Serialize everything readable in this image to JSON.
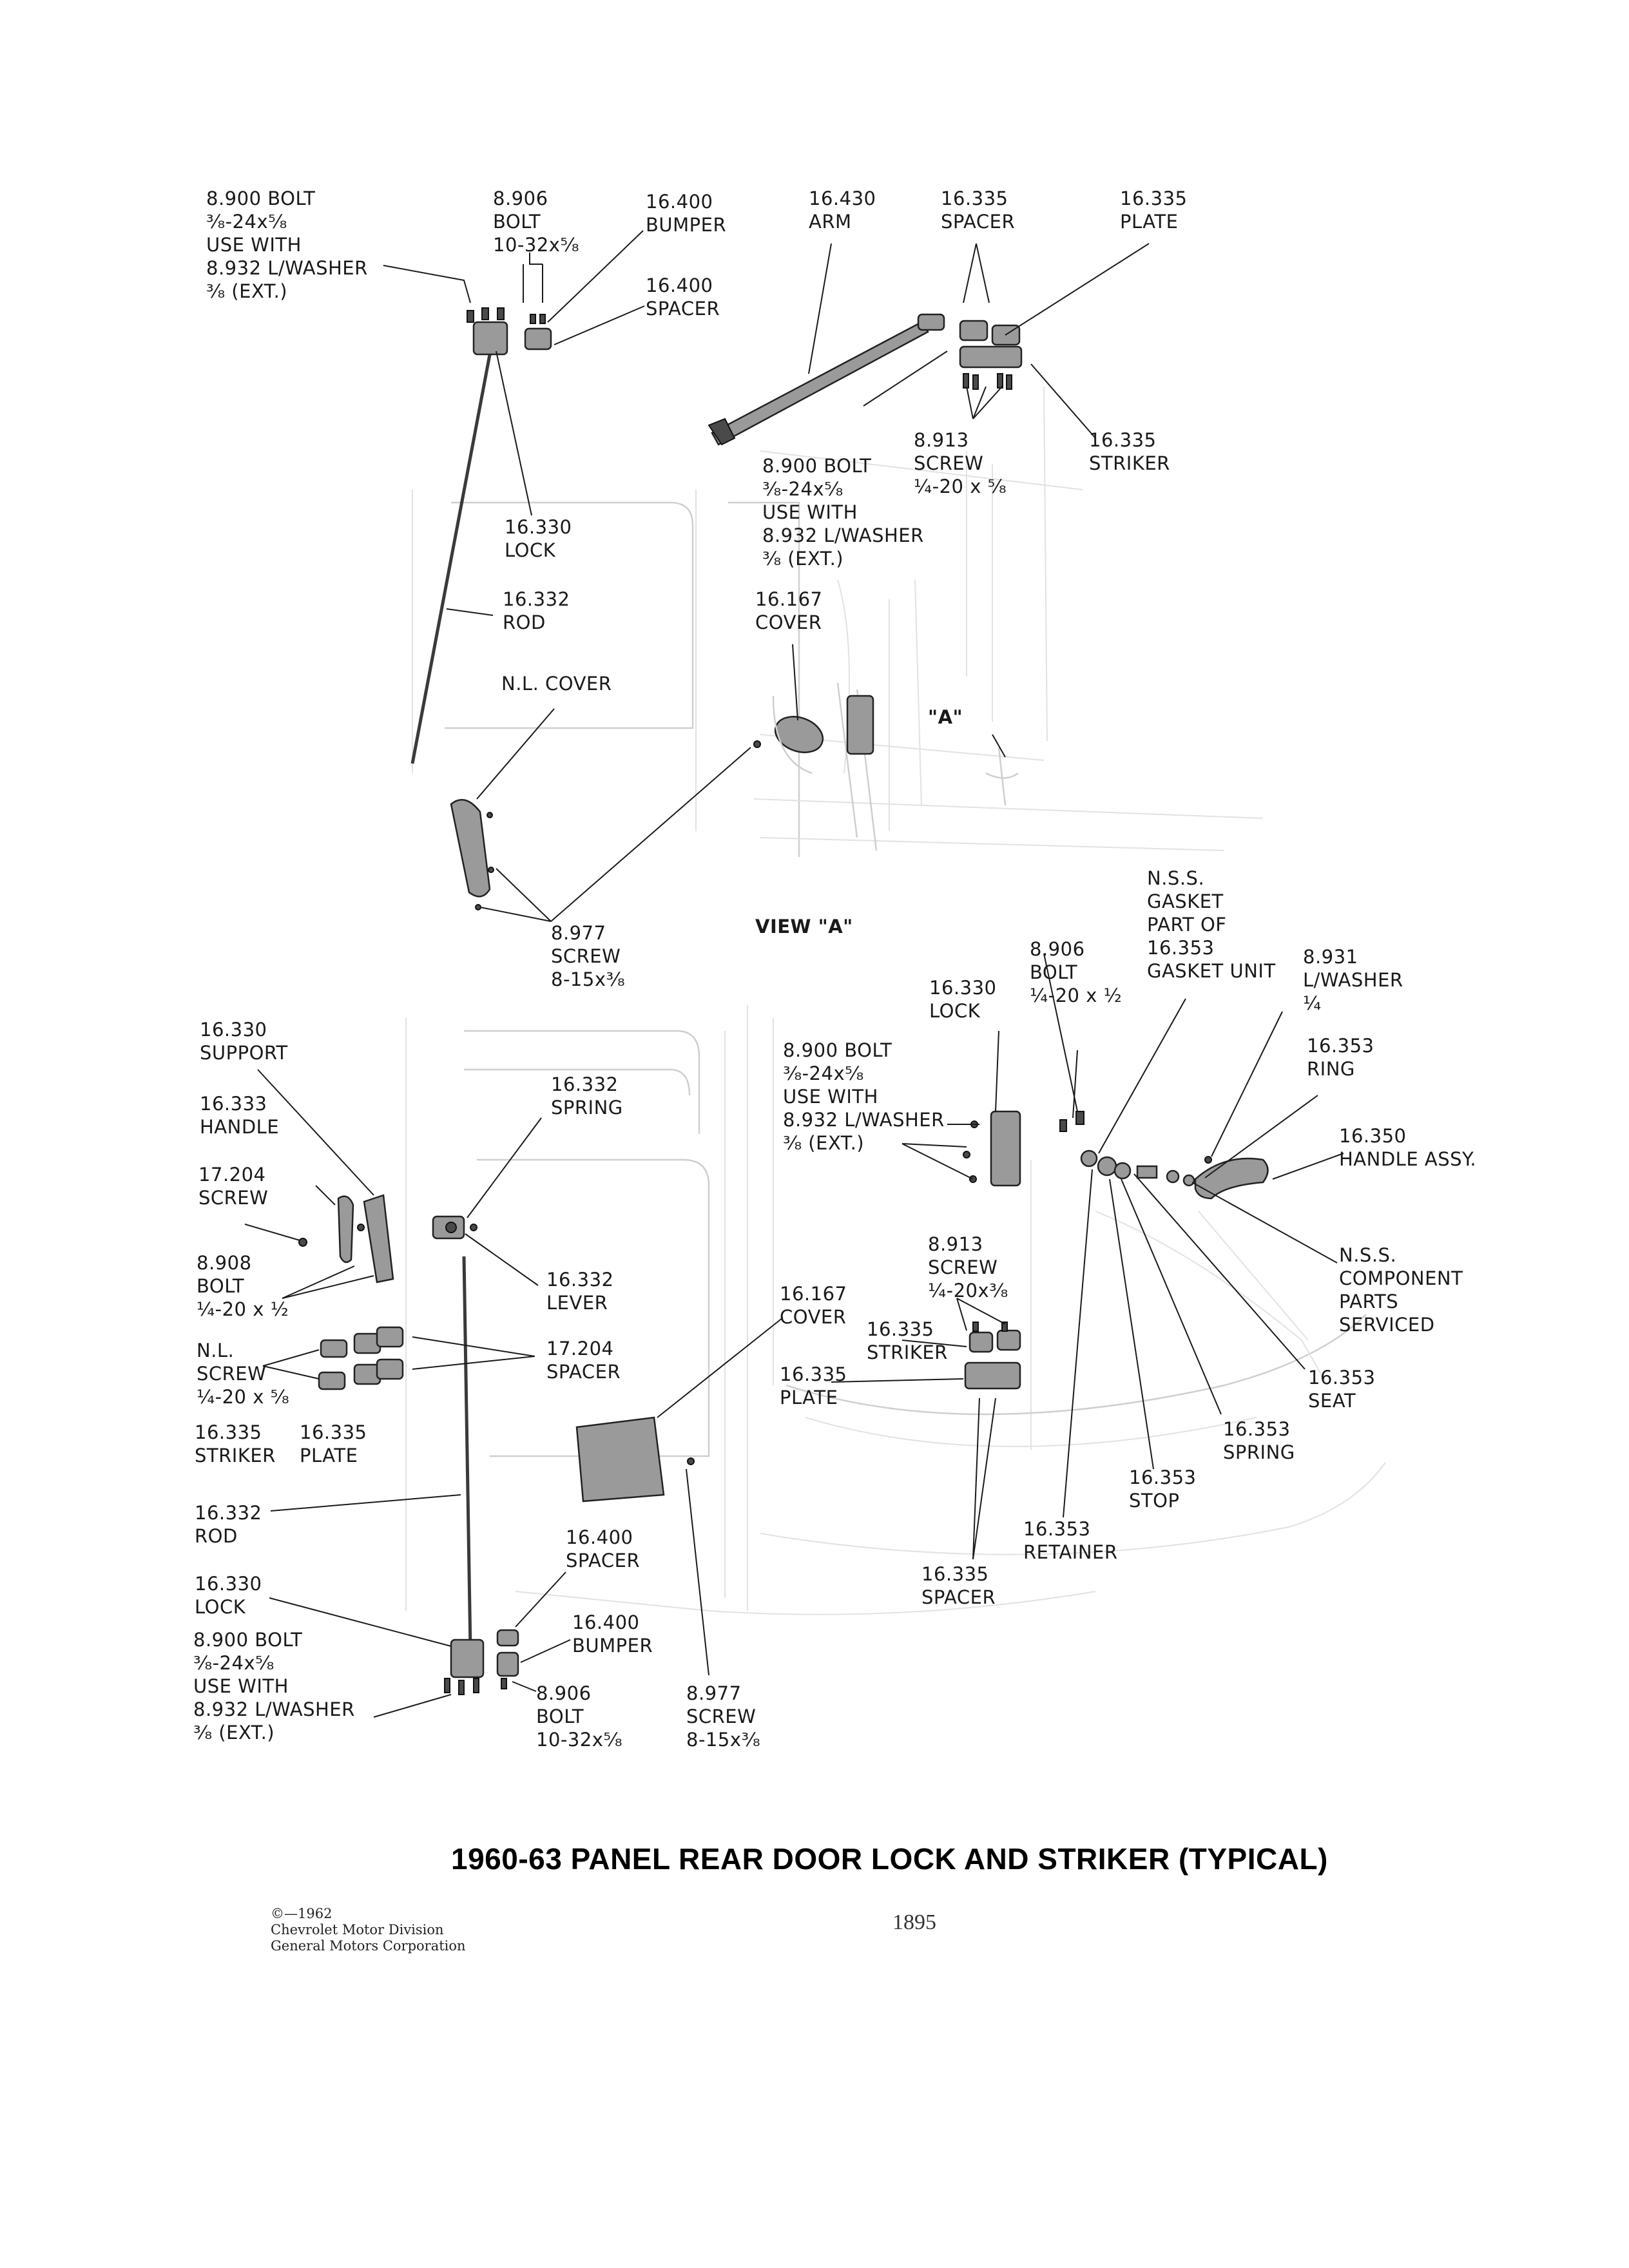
{
  "title": "1960-63 PANEL REAR DOOR LOCK AND STRIKER (TYPICAL)",
  "copyright": [
    "©—1962",
    "Chevrolet Motor Division",
    "General Motors Corporation"
  ],
  "page_number": "1895",
  "labels": [
    {
      "id": "c1",
      "lines": [
        "8.900 BOLT",
        "³⁄₈-24x⁵⁄₈",
        "USE WITH",
        "8.932 L/WASHER",
        "³⁄₈ (EXT.)"
      ]
    },
    {
      "id": "c2",
      "lines": [
        "8.906",
        "BOLT",
        "10-32x⁵⁄₈"
      ]
    },
    {
      "id": "c3",
      "lines": [
        "16.400",
        "BUMPER"
      ]
    },
    {
      "id": "c4",
      "lines": [
        "16.400",
        "SPACER"
      ]
    },
    {
      "id": "c5",
      "lines": [
        "16.430",
        "ARM"
      ]
    },
    {
      "id": "c6",
      "lines": [
        "16.335",
        "SPACER"
      ]
    },
    {
      "id": "c7",
      "lines": [
        "16.335",
        "PLATE"
      ]
    },
    {
      "id": "c8",
      "lines": [
        "8.913",
        "SCREW",
        "¼-20 x ⁵⁄₈"
      ]
    },
    {
      "id": "c9",
      "lines": [
        "16.335",
        "STRIKER"
      ]
    },
    {
      "id": "c10",
      "lines": [
        "8.900 BOLT",
        "³⁄₈-24x⁵⁄₈",
        "USE WITH",
        "8.932 L/WASHER",
        "³⁄₈ (EXT.)"
      ]
    },
    {
      "id": "c11",
      "lines": [
        "16.330",
        "LOCK"
      ]
    },
    {
      "id": "c12",
      "lines": [
        "16.332",
        "ROD"
      ]
    },
    {
      "id": "c13",
      "lines": [
        "16.167",
        "COVER"
      ]
    },
    {
      "id": "c14",
      "lines": [
        "N.L. COVER"
      ]
    },
    {
      "id": "c15",
      "lines": [
        "\"A\""
      ]
    },
    {
      "id": "c16",
      "lines": [
        "8.977",
        "SCREW",
        "8-15x³⁄₈"
      ]
    },
    {
      "id": "c17",
      "lines": [
        "VIEW \"A\""
      ]
    },
    {
      "id": "c18",
      "lines": [
        "N.S.S.",
        "GASKET",
        "PART OF",
        "16.353",
        "GASKET UNIT"
      ]
    },
    {
      "id": "c19",
      "lines": [
        "8.906",
        "BOLT",
        "¼-20 x ½"
      ]
    },
    {
      "id": "c20",
      "lines": [
        "8.931",
        "L/WASHER",
        "¼"
      ]
    },
    {
      "id": "c21",
      "lines": [
        "16.330",
        "LOCK"
      ]
    },
    {
      "id": "c22",
      "lines": [
        "16.330",
        "SUPPORT"
      ]
    },
    {
      "id": "c23",
      "lines": [
        "16.353",
        "RING"
      ]
    },
    {
      "id": "c24",
      "lines": [
        "8.900 BOLT",
        "³⁄₈-24x⁵⁄₈",
        "USE WITH",
        "8.932 L/WASHER",
        "³⁄₈ (EXT.)"
      ]
    },
    {
      "id": "c25",
      "lines": [
        "16.332",
        "SPRING"
      ]
    },
    {
      "id": "c26",
      "lines": [
        "16.333",
        "HANDLE"
      ]
    },
    {
      "id": "c27",
      "lines": [
        "16.350",
        "HANDLE ASSY."
      ]
    },
    {
      "id": "c28",
      "lines": [
        "17.204",
        "SCREW"
      ]
    },
    {
      "id": "c29",
      "lines": [
        "N.S.S.",
        "COMPONENT",
        "PARTS",
        "SERVICED"
      ]
    },
    {
      "id": "c30",
      "lines": [
        "8.908",
        "BOLT",
        "¼-20 x ½"
      ]
    },
    {
      "id": "c31",
      "lines": [
        "16.332",
        "LEVER"
      ]
    },
    {
      "id": "c32",
      "lines": [
        "8.913",
        "SCREW",
        "¼-20x³⁄₈"
      ]
    },
    {
      "id": "c33",
      "lines": [
        "16.167",
        "COVER"
      ]
    },
    {
      "id": "c34",
      "lines": [
        "16.335",
        "STRIKER"
      ]
    },
    {
      "id": "c35",
      "lines": [
        "N.L.",
        "SCREW",
        "¼-20 x ⁵⁄₈"
      ]
    },
    {
      "id": "c36",
      "lines": [
        "17.204",
        "SPACER"
      ]
    },
    {
      "id": "c37",
      "lines": [
        "16.335",
        "PLATE"
      ]
    },
    {
      "id": "c38",
      "lines": [
        "16.353",
        "SEAT"
      ]
    },
    {
      "id": "c39",
      "lines": [
        "16.335",
        "STRIKER"
      ]
    },
    {
      "id": "c40",
      "lines": [
        "16.335",
        "PLATE"
      ]
    },
    {
      "id": "c41",
      "lines": [
        "16.353",
        "SPRING"
      ]
    },
    {
      "id": "c42",
      "lines": [
        "16.353",
        "STOP"
      ]
    },
    {
      "id": "c43",
      "lines": [
        "16.332",
        "ROD"
      ]
    },
    {
      "id": "c44",
      "lines": [
        "16.353",
        "RETAINER"
      ]
    },
    {
      "id": "c45",
      "lines": [
        "16.400",
        "SPACER"
      ]
    },
    {
      "id": "c46",
      "lines": [
        "16.330",
        "LOCK"
      ]
    },
    {
      "id": "c47",
      "lines": [
        "16.335",
        "SPACER"
      ]
    },
    {
      "id": "c48",
      "lines": [
        "16.400",
        "BUMPER"
      ]
    },
    {
      "id": "c49",
      "lines": [
        "8.900 BOLT",
        "³⁄₈-24x⁵⁄₈",
        "USE WITH",
        "8.932 L/WASHER",
        "³⁄₈ (EXT.)"
      ]
    },
    {
      "id": "c50",
      "lines": [
        "8.906",
        "BOLT",
        "10-32x⁵⁄₈"
      ]
    },
    {
      "id": "c51",
      "lines": [
        "8.977",
        "SCREW",
        "8-15x³⁄₈"
      ]
    }
  ]
}
